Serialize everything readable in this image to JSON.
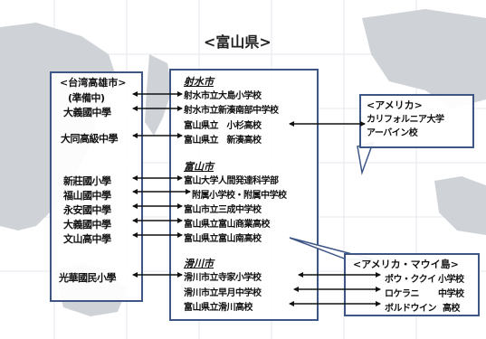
{
  "title": "<富山県>",
  "taiwan": {
    "header": "<台湾高雄市>",
    "schools": [
      "(準備中)",
      "大義國中學",
      "大同高級中學",
      "新莊國小學",
      "福山國中學",
      "永安國中學",
      "大義國中學",
      "文山高中學",
      "光華國民小學"
    ]
  },
  "toyama": {
    "cities": [
      {
        "name": "射水市",
        "schools": [
          "射水市立大島小学校",
          "射水市立新湊南部中学校",
          "富山県立　小杉高校",
          "富山県立　新湊高校"
        ]
      },
      {
        "name": "富山市",
        "schools": [
          "富山大学人間発達科学部",
          "附属小学校・附属中学校",
          "富山市立三成中学校",
          "富山県立富山商業高校",
          "富山県立富山南高校"
        ]
      },
      {
        "name": "滑川市",
        "schools": [
          "滑川市立寺家小学校",
          "滑川市立早月中学校",
          "富山県立滑川高校"
        ]
      }
    ]
  },
  "america": {
    "header": "<アメリカ>",
    "schools": [
      "カリフォルニア大学",
      "アーバイン校"
    ]
  },
  "maui": {
    "header": "<アメリカ・マウイ島>",
    "schools": [
      {
        "name": "ポウ・ククイ",
        "level": "小学校"
      },
      {
        "name": "ロケラニ",
        "level": "中学校"
      },
      {
        "name": "ボルドウイン",
        "level": "高校"
      }
    ]
  },
  "colors": {
    "border": "#3d5686",
    "arrow": "#111111",
    "land": "#cfd3d8",
    "sea": "#ffffff"
  }
}
